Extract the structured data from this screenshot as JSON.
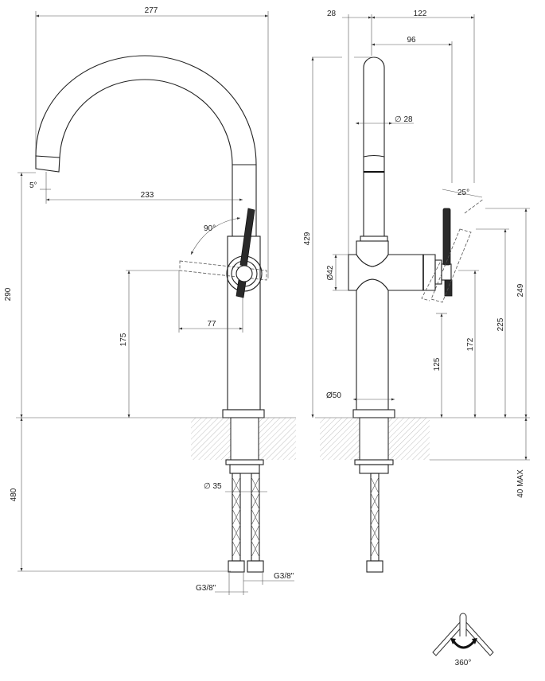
{
  "front_view": {
    "width_overall": "277",
    "spout_angle": "5°",
    "spout_reach": "233",
    "lever_rotation": "90°",
    "spout_height": "290",
    "lever_height": "175",
    "lever_offset": "77",
    "hose_spacing": "∅ 35",
    "below_counter": "480",
    "thread_left": "G3/8\"",
    "thread_right": "G3/8\""
  },
  "side_view": {
    "offset_back": "28",
    "depth_overall": "122",
    "spout_offset": "96",
    "total_height": "429",
    "spout_diameter": "∅ 28",
    "body_diameter": "Ø42",
    "lever_tilt": "25°",
    "h125": "125",
    "h172": "172",
    "h225": "225",
    "h249": "249",
    "base_diameter": "Ø50",
    "counter_thickness": "40 MAX"
  },
  "rotation_icon": {
    "label": "360°"
  }
}
